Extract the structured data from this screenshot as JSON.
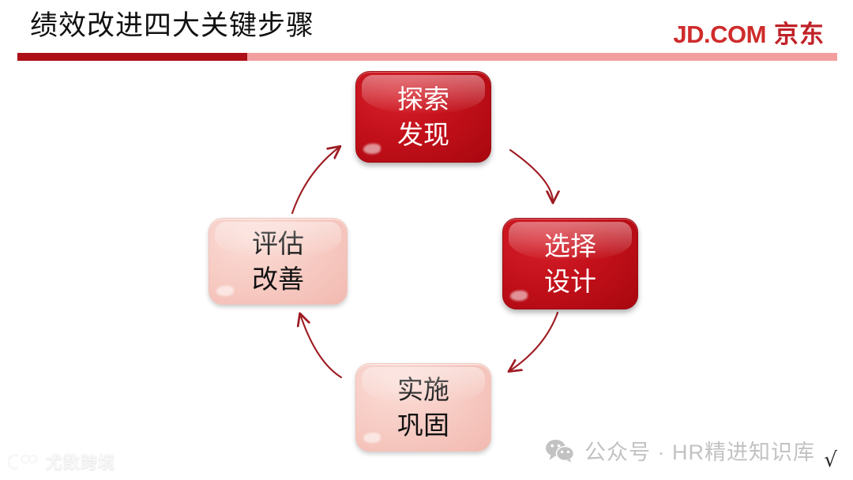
{
  "slide": {
    "title": "绩效改进四大关键步骤",
    "rule_dark_color": "#ad1016",
    "rule_light_color": "#f29e9e"
  },
  "brand": {
    "latin": "JD.COM",
    "cjk": "京东",
    "color": "#c02228"
  },
  "diagram": {
    "type": "cycle",
    "direction": "clockwise",
    "steps": [
      {
        "id": "explore",
        "position": "top",
        "line1": "探索",
        "line2": "发现",
        "style": "filled",
        "fill_color": "#c2101a",
        "text_color": "#ffffff"
      },
      {
        "id": "select",
        "position": "right",
        "line1": "选择",
        "line2": "设计",
        "style": "filled",
        "fill_color": "#c2101a",
        "text_color": "#ffffff"
      },
      {
        "id": "implement",
        "position": "bottom",
        "line1": "实施",
        "line2": "巩固",
        "style": "tinted",
        "fill_color": "#f7cdc5",
        "text_color": "#111111"
      },
      {
        "id": "evaluate",
        "position": "left",
        "line1": "评估",
        "line2": "改善",
        "style": "tinted",
        "fill_color": "#f7cdc5",
        "text_color": "#111111"
      }
    ],
    "arrows": [
      {
        "id": "arrow-explore-to-select",
        "from": "explore",
        "to": "select"
      },
      {
        "id": "arrow-select-to-implement",
        "from": "select",
        "to": "implement"
      },
      {
        "id": "arrow-implement-to-evaluate",
        "from": "implement",
        "to": "evaluate"
      },
      {
        "id": "arrow-evaluate-to-explore",
        "from": "evaluate",
        "to": "explore"
      }
    ],
    "arrow_color": "#9e1c22"
  },
  "watermarks": {
    "wechat": {
      "icon": "wechat-icon",
      "text": "公众号 · HR精进知识库",
      "color": "#c2c2c2"
    },
    "check": "√",
    "corner": {
      "text": "尤数跨境"
    }
  }
}
